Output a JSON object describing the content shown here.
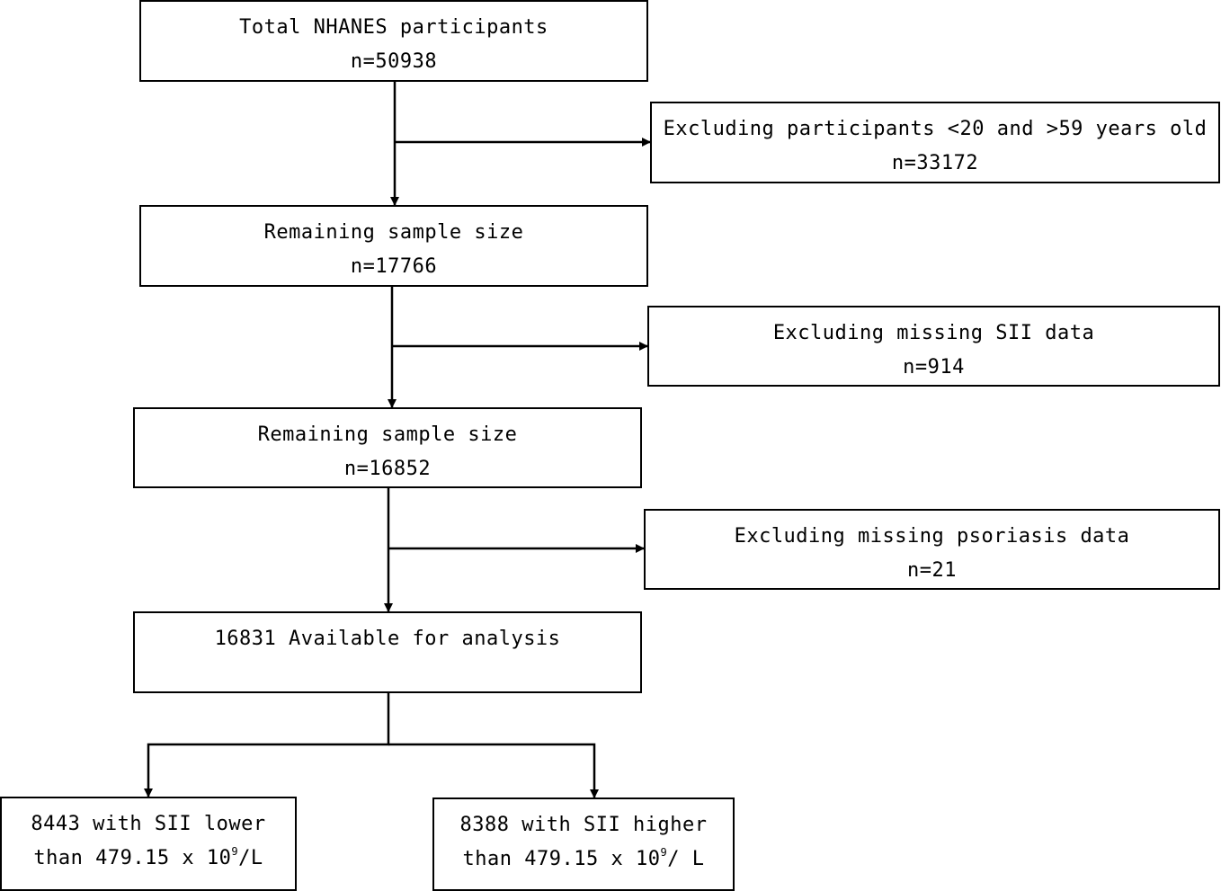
{
  "flowchart": {
    "total": {
      "label": "Total NHANES participants",
      "count": "n=50938"
    },
    "exclude_age": {
      "label": "Excluding participants <20 and >59 years old",
      "count": "n=33172"
    },
    "remaining_1": {
      "label": "Remaining sample size",
      "count": "n=17766"
    },
    "exclude_sii": {
      "label": "Excluding missing SII data",
      "count": "n=914"
    },
    "remaining_2": {
      "label": "Remaining sample size",
      "count": "n=16852"
    },
    "exclude_psoriasis": {
      "label": "Excluding missing psoriasis data",
      "count": "n=21"
    },
    "available": {
      "label": "16831 Available for analysis"
    },
    "lower_group": {
      "line1": "8443 with SII lower",
      "line2_prefix": "than 479.15 x 10",
      "line2_exp": "9",
      "line2_suffix": "/L"
    },
    "higher_group": {
      "line1": "8388 with SII higher",
      "line2_prefix": "than 479.15 x 10",
      "line2_exp": "9",
      "line2_suffix": "/ L"
    }
  },
  "colors": {
    "stroke": "#000000",
    "background": "#ffffff"
  }
}
